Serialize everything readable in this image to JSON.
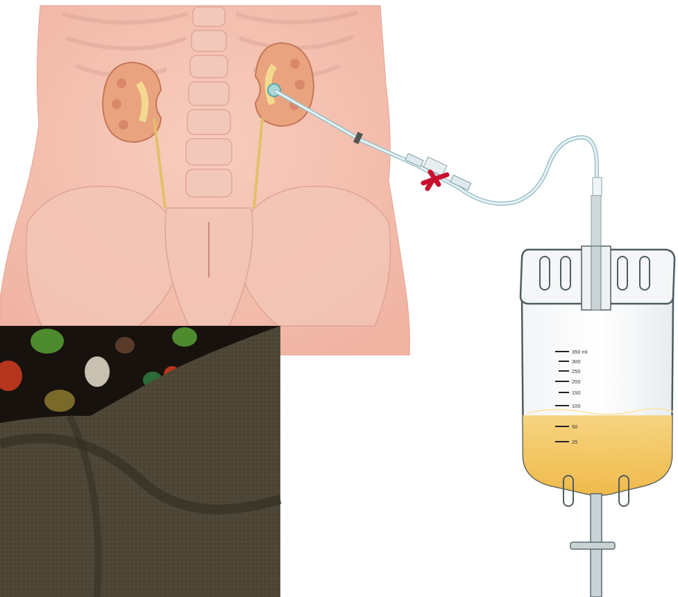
{
  "diagram": {
    "drainage_bag": {
      "scale_labels": [
        "350 ml",
        "300",
        "250",
        "200",
        "150",
        "100",
        "50",
        "25"
      ],
      "urine_fill_fraction": 0.3
    },
    "colors": {
      "skin": "#f5c3b3",
      "kidney": "#e9a37f",
      "urine": "#f3c24c",
      "tube": "#b9dde3",
      "stopcock": "#c8102e",
      "blanket": "#4a4232"
    },
    "icons": [
      "kidney-icon",
      "catheter-tube-icon",
      "stopcock-icon",
      "drainage-bag-icon",
      "blanket-photo"
    ]
  }
}
